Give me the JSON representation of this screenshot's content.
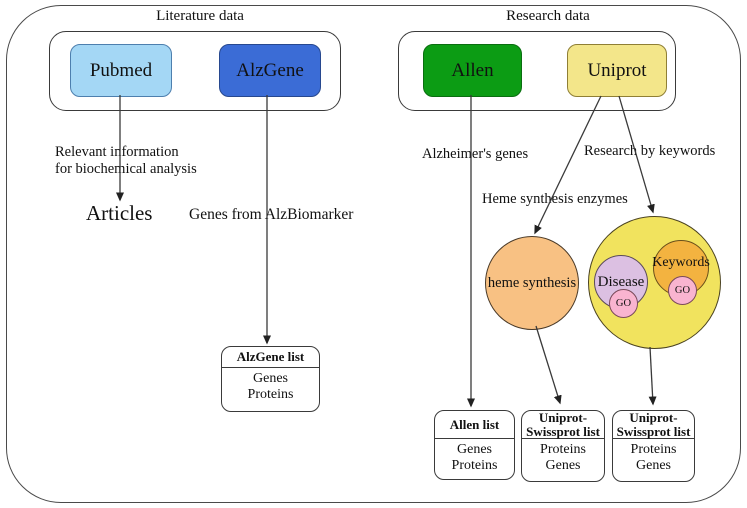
{
  "colors": {
    "pubmed_box": "#a4d7f5",
    "alzgene_box": "#3b6cd6",
    "allen_box": "#0c9c14",
    "uniprot_box": "#f3e68a",
    "heme_circle": "#f8c183",
    "uniprot_big_circle": "#f1e35e",
    "disease_circle": "#dcc0e2",
    "keywords_circle": "#f3b340",
    "go_circle": "#f9b4d0"
  },
  "literature": {
    "group_label": "Literature data",
    "pubmed": "Pubmed",
    "alzgene": "AlzGene",
    "pubmed_arrow_line1": "Relevant information",
    "pubmed_arrow_line2": "for biochemical analysis",
    "articles": "Articles",
    "alzgene_arrow": "Genes from AlzBiomarker",
    "alzgene_list": {
      "title": "AlzGene list",
      "item1": "Genes",
      "item2": "Proteins"
    }
  },
  "research": {
    "group_label": "Research data",
    "allen": "Allen",
    "uniprot": "Uniprot",
    "allen_arrow": "Alzheimer's genes",
    "keywords_arrow": "Research by keywords",
    "heme_arrow": "Heme synthesis enzymes",
    "heme_circle": "heme synthesis",
    "disease": "Disease",
    "keywords": "Keywords",
    "go": "GO",
    "allen_list": {
      "title": "Allen list",
      "item1": "Genes",
      "item2": "Proteins"
    },
    "uniprot_list1": {
      "title_line1": "Uniprot-",
      "title_line2": "Swissprot list",
      "item1": "Proteins",
      "item2": "Genes"
    },
    "uniprot_list2": {
      "title_line1": "Uniprot-",
      "title_line2": "Swissprot list",
      "item1": "Proteins",
      "item2": "Genes"
    }
  }
}
